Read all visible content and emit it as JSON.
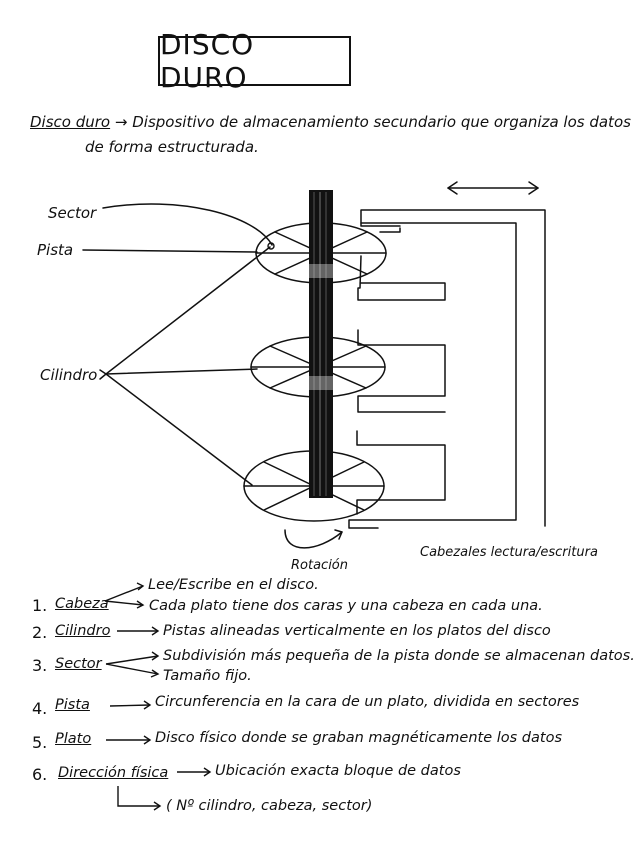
{
  "title": "DISCO DURO",
  "definition": {
    "term": "Disco duro",
    "arrow": "→",
    "line1": "Dispositivo de almacenamiento secundario que organiza los datos",
    "line2": "de forma estructurada."
  },
  "diagram": {
    "labels": {
      "sector": "Sector",
      "pista": "Pista",
      "cilindro": "Cilindro",
      "rotacion": "Rotación",
      "cabezales": "Cabezales lectura/escritura"
    }
  },
  "items": [
    {
      "num": "1.",
      "term": "Cabeza",
      "desc1": "Lee/Escribe en el disco.",
      "desc2": "Cada plato tiene dos caras y una cabeza en cada una."
    },
    {
      "num": "2.",
      "term": "Cilindro",
      "desc1": "Pistas alineadas verticalmente en los platos del disco"
    },
    {
      "num": "3.",
      "term": "Sector",
      "desc1": "Subdivisión más pequeña de la pista donde se almacenan datos.",
      "desc2": "Tamaño fijo."
    },
    {
      "num": "4.",
      "term": "Pista",
      "desc1": "Circunferencia en la cara de un plato, dividida en sectores"
    },
    {
      "num": "5.",
      "term": "Plato",
      "desc1": "Disco físico donde se graban magnéticamente los datos"
    },
    {
      "num": "6.",
      "term": "Dirección física",
      "desc1": "Ubicación exacta bloque de datos",
      "desc2": "( Nº cilindro, cabeza, sector)"
    }
  ]
}
